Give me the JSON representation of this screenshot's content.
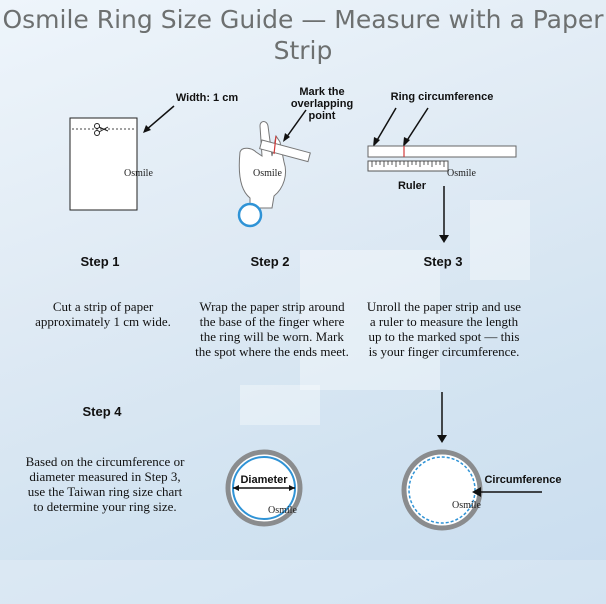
{
  "title": "Osmile Ring Size Guide — Measure with a Paper Strip",
  "brand": "Osmile",
  "annotations": {
    "width": "Width: 1 cm",
    "mark_point": "Mark the overlapping point",
    "ring_circumference": "Ring circumference",
    "ruler": "Ruler",
    "diameter": "Diameter",
    "circumference": "Circumference"
  },
  "steps": [
    {
      "label": "Step 1",
      "text": "Cut a strip of paper approximately 1 cm wide."
    },
    {
      "label": "Step 2",
      "text": "Wrap the paper strip around the base of the finger where the ring will be worn. Mark the spot where the ends meet."
    },
    {
      "label": "Step 3",
      "text": "Unroll the paper strip and use a ruler to measure the length up to the marked spot — this is your finger circumference."
    },
    {
      "label": "Step 4",
      "text": "Based on the circumference or diameter measured in Step 3, use the Taiwan ring size chart to determine your ring size."
    }
  ],
  "colors": {
    "title": "#6d7070",
    "ring_outer": "#8a8c8e",
    "ring_inner": "#2f93d6",
    "mark_red": "#d23a3a"
  }
}
